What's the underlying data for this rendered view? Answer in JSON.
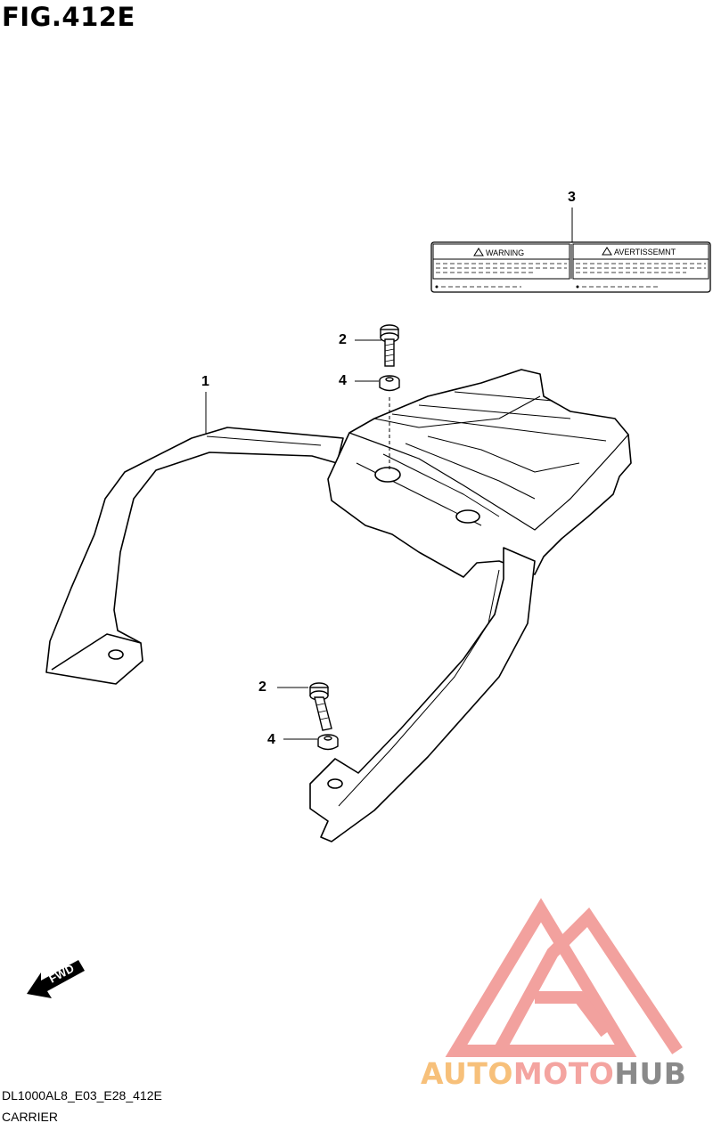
{
  "figure": {
    "title": "FIG.412E"
  },
  "callouts": [
    "1",
    "2",
    "4",
    "2",
    "4",
    "3"
  ],
  "warning_label": {
    "left_heading": "WARNING",
    "right_heading": "AVERTISSEMNT"
  },
  "fwd_arrow": {
    "text": "FWD"
  },
  "footer": {
    "code": "DL1000AL8_E03_E28_412E",
    "caption": "CARRIER"
  },
  "watermark": {
    "parts": [
      "AUTO",
      "MOTO",
      "HUB"
    ],
    "colors": {
      "auto": "#f7c07a",
      "moto": "#f4a4a0",
      "hub": "#8a8a8a",
      "logo": "#f08a86"
    }
  },
  "icons": {
    "warning": "warning-triangle-icon",
    "arrow": "fwd-arrow-icon"
  }
}
